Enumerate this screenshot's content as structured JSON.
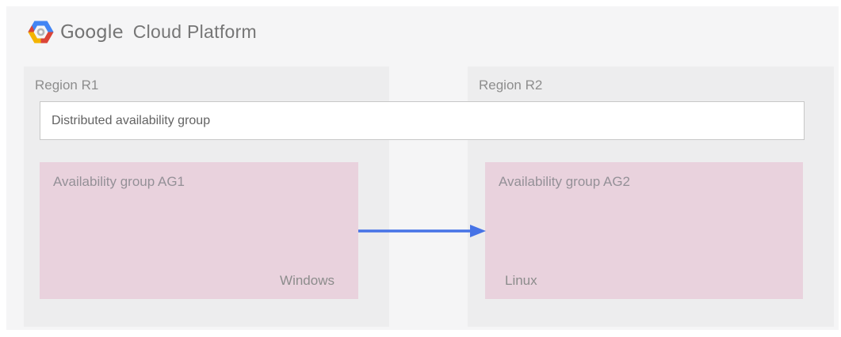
{
  "header": {
    "brand": "Google",
    "product": "Cloud Platform"
  },
  "regions": [
    {
      "label": "Region R1",
      "availability_group": {
        "title": "Availability group AG1",
        "os": "Windows"
      }
    },
    {
      "label": "Region R2",
      "availability_group": {
        "title": "Availability group AG2",
        "os": "Linux"
      }
    }
  ],
  "distributed_group": {
    "label": "Distributed availability group"
  },
  "arrow": {
    "from": "Availability group AG1",
    "to": "Availability group AG2",
    "direction": "right"
  },
  "colors": {
    "sheet_background": "#f5f5f6",
    "region_panel_fill": "#ededee",
    "availability_group_fill": "#e9d2dd",
    "distributed_box_border": "#c7c7c7",
    "arrow_blue": "#4673e6",
    "text_gray": "#8d8d8d",
    "logo_text_gray": "#747474",
    "logo_blue": "#4285f4",
    "logo_red": "#db4437",
    "logo_yellow": "#f4b400"
  }
}
